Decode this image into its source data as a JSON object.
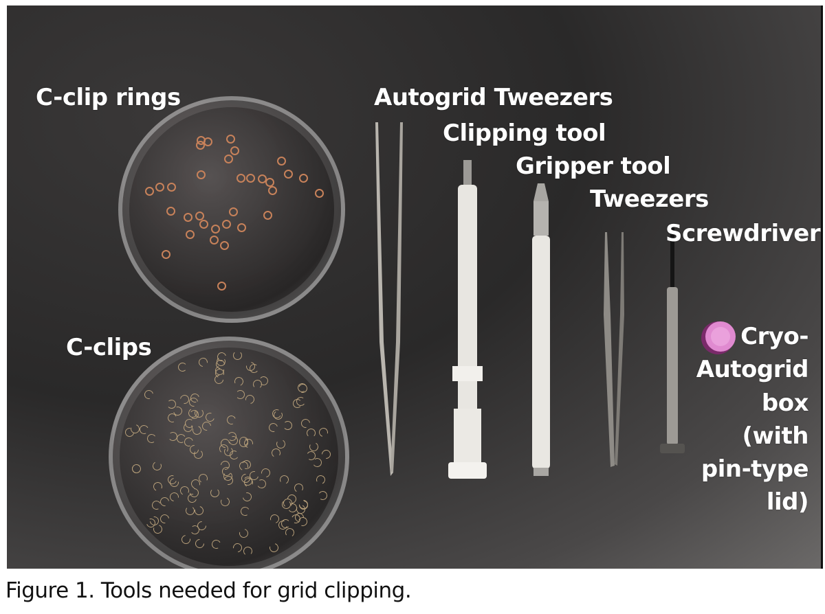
{
  "figure": {
    "caption": "Figure 1. Tools needed for grid clipping.",
    "labels": {
      "c_clip_rings": "C-clip rings",
      "c_clips": "C-clips",
      "autogrid_tweezers": "Autogrid Tweezers",
      "clipping_tool": "Clipping tool",
      "gripper_tool": "Gripper tool",
      "tweezers": "Tweezers",
      "screwdriver": "Screwdriver",
      "cryo_box_line1": "Cryo-",
      "cryo_box_line2": "Autogrid",
      "cryo_box_line3": "box",
      "cryo_box_line4": "(with",
      "cryo_box_line5": "pin-type",
      "cryo_box_line6": "lid)"
    },
    "colors": {
      "background": "#2e2d2d",
      "label_text": "#ffffff",
      "ring_color": "#c8825a",
      "clip_color": "#b8a07a",
      "box_color": "#d060b8"
    }
  }
}
